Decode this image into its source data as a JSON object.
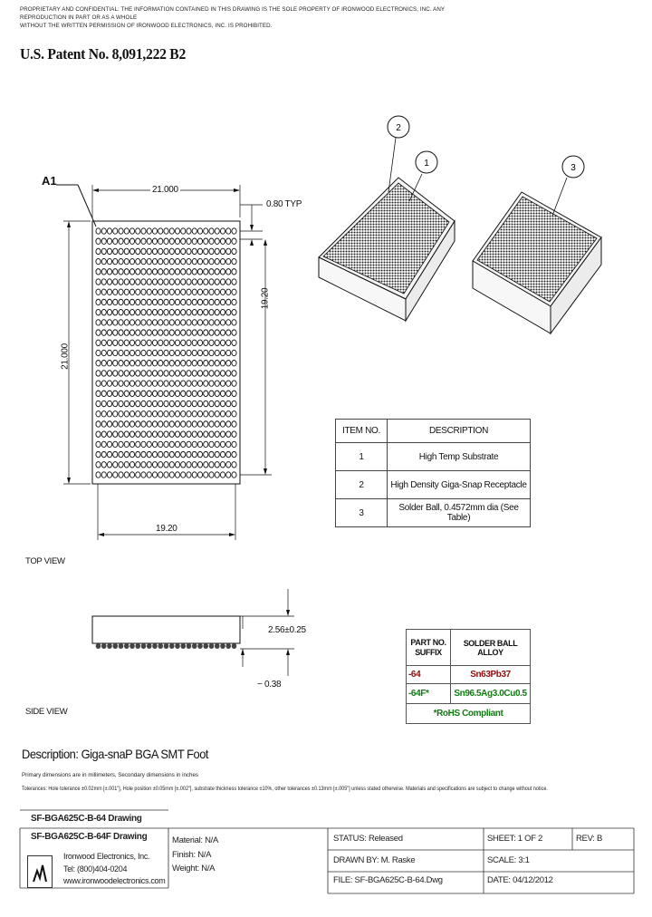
{
  "header": {
    "confidential_line1": "PROPRIETARY AND CONFIDENTIAL: THE INFORMATION CONTAINED IN THIS DRAWING IS THE SOLE PROPERTY OF IRONWOOD ELECTRONICS, INC. ANY REPRODUCTION IN PART OR AS A WHOLE",
    "confidential_line2": "WITHOUT THE WRITTEN PERMISSION OF IRONWOOD ELECTRONICS, INC. IS PROHIBITED.",
    "patent": "U.S. Patent No. 8,091,222 B2"
  },
  "top_view": {
    "pin_label": "A1",
    "width_dim": "21.000",
    "pitch_dim": "0.80 TYP",
    "height_dim": "21.000",
    "inner_height_dim": "19.20",
    "inner_width_dim": "19.20",
    "caption": "TOP VIEW"
  },
  "side_view": {
    "height_dim": "2.56±0.25",
    "offset_dim": "0.38",
    "caption": "SIDE VIEW"
  },
  "iso_callouts": [
    "2",
    "1",
    "3"
  ],
  "items_table": {
    "headers": [
      "ITEM NO.",
      "DESCRIPTION"
    ],
    "rows": [
      [
        "1",
        "High Temp Substrate"
      ],
      [
        "2",
        "High Density Giga-Snap Receptacle"
      ],
      [
        "3",
        "Solder Ball, 0.4572mm dia (See Table)"
      ]
    ]
  },
  "alloy_table": {
    "header_suffix": "PART NO. SUFFIX",
    "header_alloy": "SOLDER BALL ALLOY",
    "rows": [
      [
        "-64",
        "Sn63Pb37"
      ],
      [
        "-64F*",
        "Sn96.5Ag3.0Cu0.5"
      ]
    ],
    "footer": "*RoHS Compliant"
  },
  "description": {
    "title": "Description: Giga-snaP BGA SMT Foot",
    "note1": "Primary dimensions are in millimeters, Secondary dimensions in inches",
    "note2": "Tolerances: Hole tolerance ±0.02mm [±.001\"], Hole position ±0.05mm [±.002\"], substrate thickness tolerance ±10%, other tolerances ±0.13mm [±.005\"] unless stated otherwise. Materials and specifications are subject to change without notice."
  },
  "title_block": {
    "drawing1": "SF-BGA625C-B-64 Drawing",
    "drawing2": "SF-BGA625C-B-64F Drawing",
    "company": "Ironwood Electronics, Inc.",
    "tel": "Tel: (800)404-0204",
    "web": "www.ironwoodelectronics.com",
    "material": "Material: N/A",
    "finish": "Finish: N/A",
    "weight": "Weight: N/A",
    "status": "STATUS: Released",
    "drawn_by": "DRAWN BY: M. Raske",
    "file": "FILE: SF-BGA625C-B-64.Dwg",
    "sheet": "SHEET: 1 OF 2",
    "scale": "SCALE: 3:1",
    "date": "DATE: 04/12/2012",
    "rev": "REV: B"
  }
}
